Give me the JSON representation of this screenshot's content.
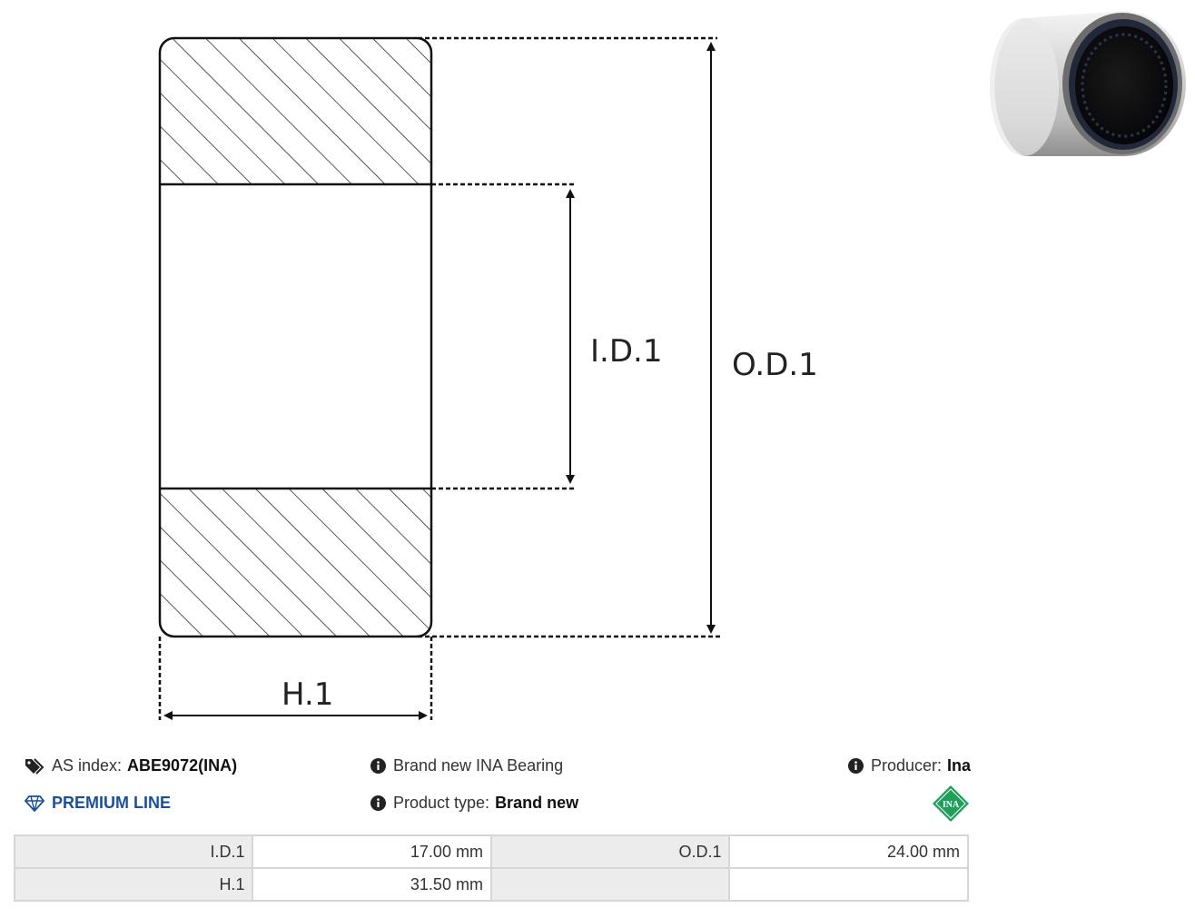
{
  "diagram": {
    "label_id": "I.D.1",
    "label_od": "O.D.1",
    "label_h": "H.1"
  },
  "info": {
    "as_index_label": "AS index:",
    "as_index_value": "ABE9072(INA)",
    "premium": "PREMIUM LINE",
    "brand_text": "Brand new INA Bearing",
    "product_type_label": "Product type:",
    "product_type_value": "Brand new",
    "producer_label": "Producer:",
    "producer_value": "Ina",
    "logo_text": "INA"
  },
  "specs": [
    [
      {
        "label": "I.D.1",
        "value": "17.00 mm"
      },
      {
        "label": "O.D.1",
        "value": "24.00 mm"
      }
    ],
    [
      {
        "label": "H.1",
        "value": "31.50 mm"
      },
      {
        "label": "",
        "value": ""
      }
    ]
  ],
  "colors": {
    "accent": "#1b4f9c",
    "logo": "#1fa05a",
    "table_label_bg": "#ececec"
  }
}
